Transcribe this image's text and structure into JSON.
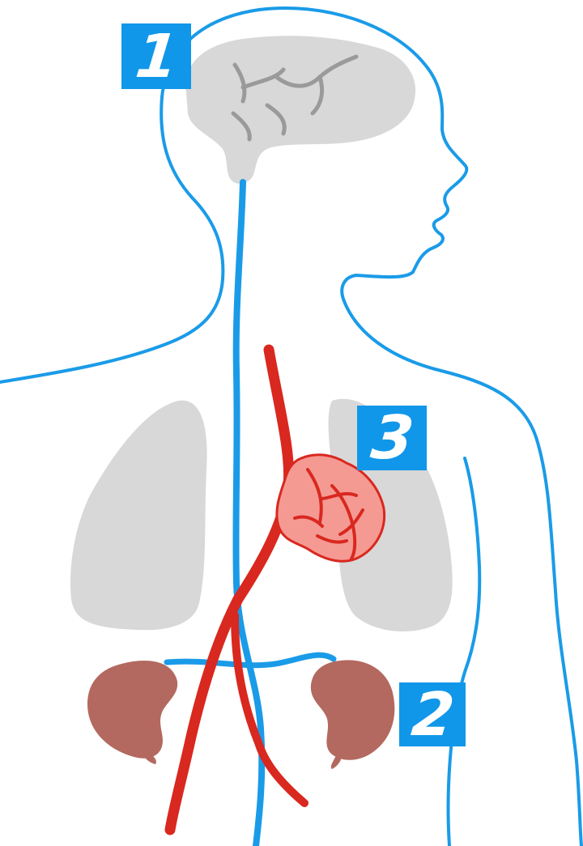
{
  "labels": {
    "brain_marker": "1",
    "kidney_marker": "2",
    "heart_marker": "3"
  },
  "colors": {
    "outline_blue": "#1a9be8",
    "badge_blue": "#1197e9",
    "organ_gray": "#d8d8d8",
    "artery_red": "#d9281f",
    "heart_pink": "#f49a93",
    "kidney_brown": "#b3695f"
  },
  "icons": {
    "body": "human-body-outline-icon",
    "brain": "brain-icon",
    "lungs": "lungs-icon",
    "heart": "heart-icon",
    "kidneys": "kidneys-icon",
    "nerve": "spinal-nerve-icon",
    "artery": "aorta-artery-icon"
  }
}
